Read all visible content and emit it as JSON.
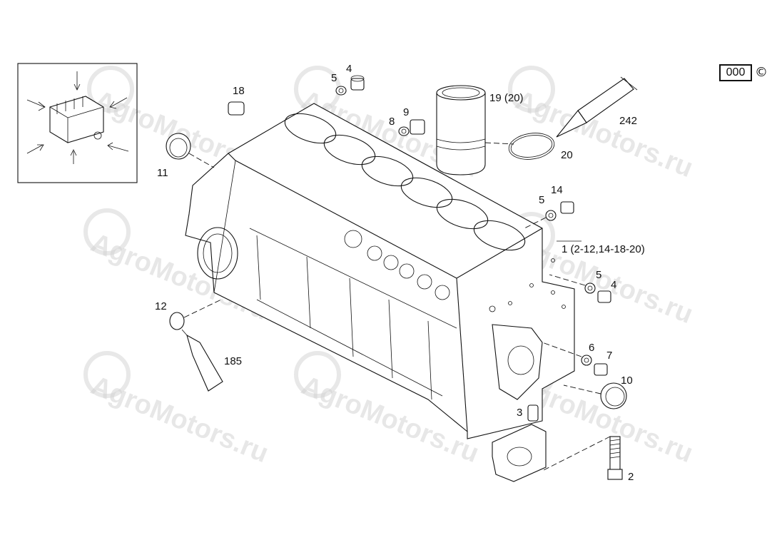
{
  "diagram": {
    "code_box": "000",
    "copyright_symbol": "©",
    "watermark_text": "AgroMotors.ru",
    "callouts": [
      {
        "id": "c-4a",
        "text": "4"
      },
      {
        "id": "c-5a",
        "text": "5"
      },
      {
        "id": "c-18",
        "text": "18"
      },
      {
        "id": "c-8",
        "text": "8"
      },
      {
        "id": "c-9",
        "text": "9"
      },
      {
        "id": "c-19",
        "text": "19 (20)"
      },
      {
        "id": "c-242",
        "text": "242"
      },
      {
        "id": "c-20",
        "text": "20"
      },
      {
        "id": "c-11",
        "text": "11"
      },
      {
        "id": "c-5b",
        "text": "5"
      },
      {
        "id": "c-14",
        "text": "14"
      },
      {
        "id": "c-1",
        "text": "1 (2-12,14-18-20)"
      },
      {
        "id": "c-5c",
        "text": "5"
      },
      {
        "id": "c-4b",
        "text": "4"
      },
      {
        "id": "c-12",
        "text": "12"
      },
      {
        "id": "c-185",
        "text": "185"
      },
      {
        "id": "c-6",
        "text": "6"
      },
      {
        "id": "c-7",
        "text": "7"
      },
      {
        "id": "c-10",
        "text": "10"
      },
      {
        "id": "c-3",
        "text": "3"
      },
      {
        "id": "c-2",
        "text": "2"
      }
    ]
  }
}
